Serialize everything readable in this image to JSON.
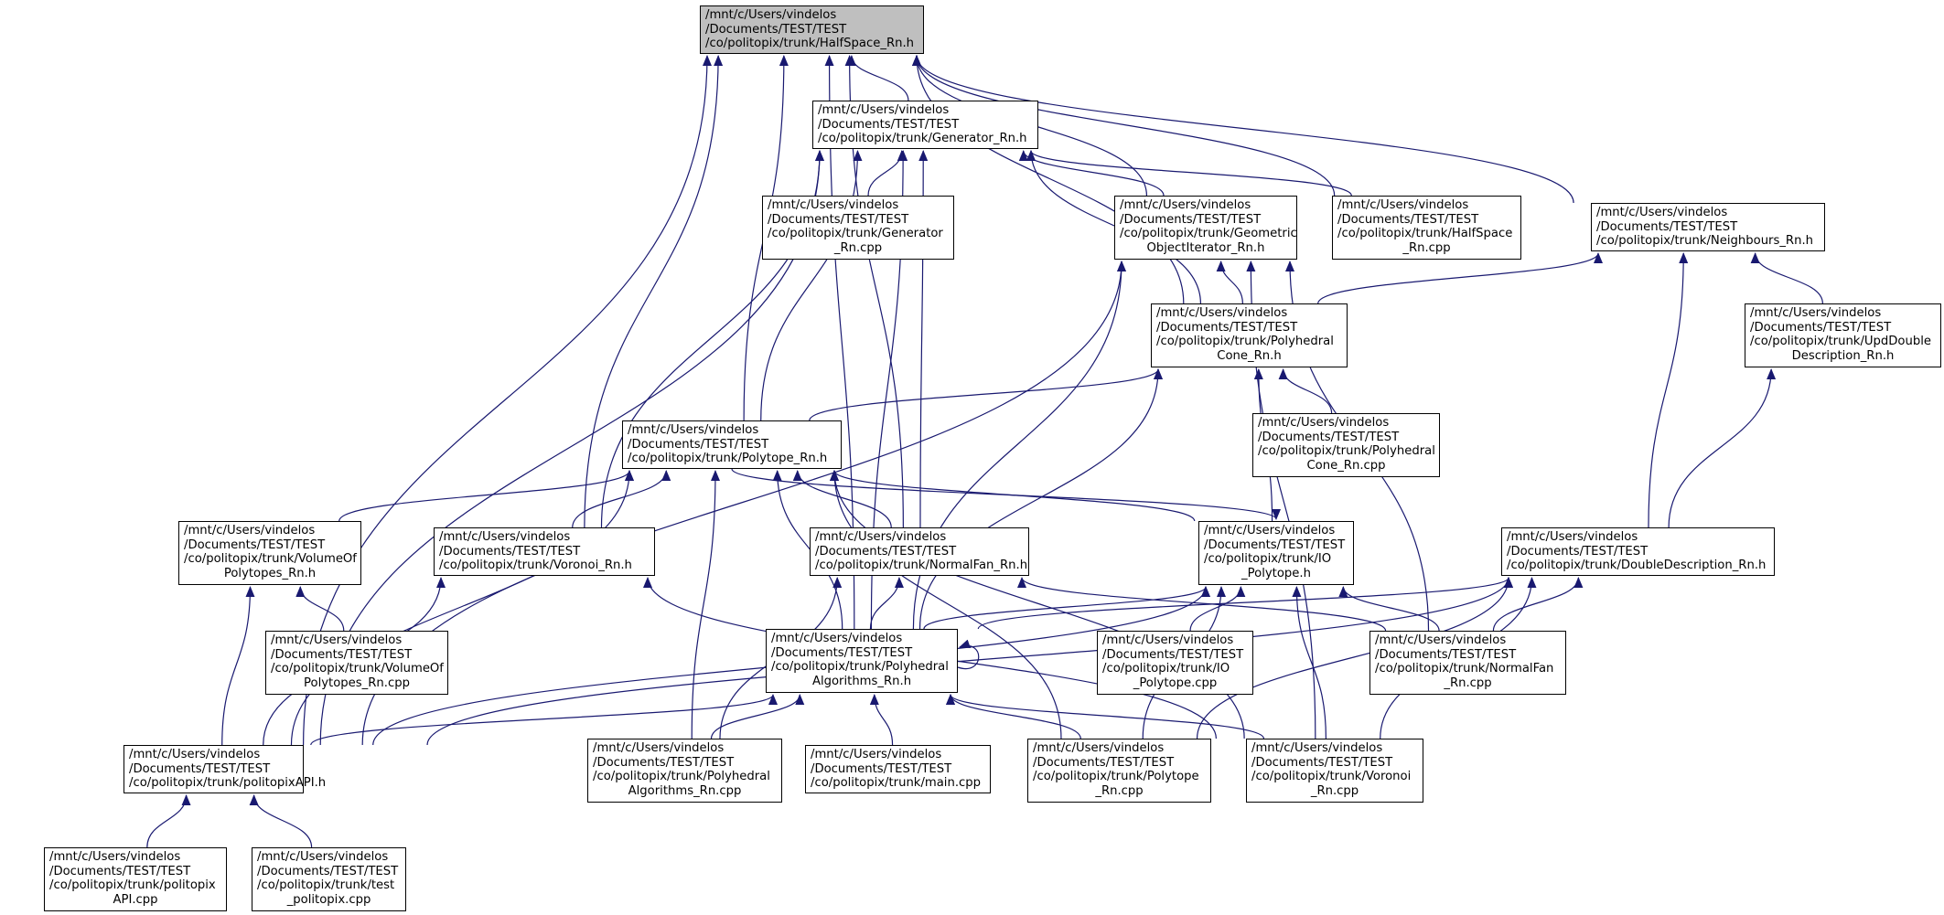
{
  "colors": {
    "edge": "#191970",
    "border": "#000000",
    "root_fill": "#bfbfbf",
    "node_fill": "#ffffff"
  },
  "nodes": [
    {
      "id": "HalfSpace_h",
      "lines": [
        "/mnt/c/Users/vindelos",
        "/Documents/TEST/TEST",
        "/co/politopix/trunk/HalfSpace_Rn.h"
      ],
      "root": true
    },
    {
      "id": "Generator_h",
      "lines": [
        "/mnt/c/Users/vindelos",
        "/Documents/TEST/TEST",
        "/co/politopix/trunk/Generator_Rn.h"
      ]
    },
    {
      "id": "Generator_cpp",
      "lines": [
        "/mnt/c/Users/vindelos",
        "/Documents/TEST/TEST",
        "/co/politopix/trunk/Generator",
        "_Rn.cpp"
      ]
    },
    {
      "id": "GeometricObjectIterator_h",
      "lines": [
        "/mnt/c/Users/vindelos",
        "/Documents/TEST/TEST",
        "/co/politopix/trunk/Geometric",
        "ObjectIterator_Rn.h"
      ]
    },
    {
      "id": "HalfSpace_cpp",
      "lines": [
        "/mnt/c/Users/vindelos",
        "/Documents/TEST/TEST",
        "/co/politopix/trunk/HalfSpace",
        "_Rn.cpp"
      ]
    },
    {
      "id": "Neighbours_h",
      "lines": [
        "/mnt/c/Users/vindelos",
        "/Documents/TEST/TEST",
        "/co/politopix/trunk/Neighbours_Rn.h"
      ]
    },
    {
      "id": "PolyhedralCone_h",
      "lines": [
        "/mnt/c/Users/vindelos",
        "/Documents/TEST/TEST",
        "/co/politopix/trunk/Polyhedral",
        "Cone_Rn.h"
      ]
    },
    {
      "id": "UpdDoubleDescription_h",
      "lines": [
        "/mnt/c/Users/vindelos",
        "/Documents/TEST/TEST",
        "/co/politopix/trunk/UpdDouble",
        "Description_Rn.h"
      ]
    },
    {
      "id": "PolyhedralCone_cpp",
      "lines": [
        "/mnt/c/Users/vindelos",
        "/Documents/TEST/TEST",
        "/co/politopix/trunk/Polyhedral",
        "Cone_Rn.cpp"
      ]
    },
    {
      "id": "Polytope_h",
      "lines": [
        "/mnt/c/Users/vindelos",
        "/Documents/TEST/TEST",
        "/co/politopix/trunk/Polytope_Rn.h"
      ]
    },
    {
      "id": "VolumeOfPolytopes_h",
      "lines": [
        "/mnt/c/Users/vindelos",
        "/Documents/TEST/TEST",
        "/co/politopix/trunk/VolumeOf",
        "Polytopes_Rn.h"
      ]
    },
    {
      "id": "Voronoi_h",
      "lines": [
        "/mnt/c/Users/vindelos",
        "/Documents/TEST/TEST",
        "/co/politopix/trunk/Voronoi_Rn.h"
      ]
    },
    {
      "id": "NormalFan_h",
      "lines": [
        "/mnt/c/Users/vindelos",
        "/Documents/TEST/TEST",
        "/co/politopix/trunk/NormalFan_Rn.h"
      ]
    },
    {
      "id": "IO_Polytope_h",
      "lines": [
        "/mnt/c/Users/vindelos",
        "/Documents/TEST/TEST",
        "/co/politopix/trunk/IO",
        "_Polytope.h"
      ]
    },
    {
      "id": "DoubleDescription_h",
      "lines": [
        "/mnt/c/Users/vindelos",
        "/Documents/TEST/TEST",
        "/co/politopix/trunk/DoubleDescription_Rn.h"
      ]
    },
    {
      "id": "VolumeOfPolytopes_cpp",
      "lines": [
        "/mnt/c/Users/vindelos",
        "/Documents/TEST/TEST",
        "/co/politopix/trunk/VolumeOf",
        "Polytopes_Rn.cpp"
      ]
    },
    {
      "id": "PolyhedralAlgorithms_h",
      "lines": [
        "/mnt/c/Users/vindelos",
        "/Documents/TEST/TEST",
        "/co/politopix/trunk/Polyhedral",
        "Algorithms_Rn.h"
      ]
    },
    {
      "id": "IO_Polytope_cpp",
      "lines": [
        "/mnt/c/Users/vindelos",
        "/Documents/TEST/TEST",
        "/co/politopix/trunk/IO",
        "_Polytope.cpp"
      ]
    },
    {
      "id": "NormalFan_cpp",
      "lines": [
        "/mnt/c/Users/vindelos",
        "/Documents/TEST/TEST",
        "/co/politopix/trunk/NormalFan",
        "_Rn.cpp"
      ]
    },
    {
      "id": "politopixAPI_h",
      "lines": [
        "/mnt/c/Users/vindelos",
        "/Documents/TEST/TEST",
        "/co/politopix/trunk/politopixAPI.h"
      ]
    },
    {
      "id": "PolyhedralAlgorithms_cpp",
      "lines": [
        "/mnt/c/Users/vindelos",
        "/Documents/TEST/TEST",
        "/co/politopix/trunk/Polyhedral",
        "Algorithms_Rn.cpp"
      ]
    },
    {
      "id": "main_cpp",
      "lines": [
        "/mnt/c/Users/vindelos",
        "/Documents/TEST/TEST",
        "/co/politopix/trunk/main.cpp"
      ]
    },
    {
      "id": "Polytope_cpp",
      "lines": [
        "/mnt/c/Users/vindelos",
        "/Documents/TEST/TEST",
        "/co/politopix/trunk/Polytope",
        "_Rn.cpp"
      ]
    },
    {
      "id": "Voronoi_cpp",
      "lines": [
        "/mnt/c/Users/vindelos",
        "/Documents/TEST/TEST",
        "/co/politopix/trunk/Voronoi",
        "_Rn.cpp"
      ]
    },
    {
      "id": "politopixAPI_cpp",
      "lines": [
        "/mnt/c/Users/vindelos",
        "/Documents/TEST/TEST",
        "/co/politopix/trunk/politopix",
        "API.cpp"
      ]
    },
    {
      "id": "test_politopix_cpp",
      "lines": [
        "/mnt/c/Users/vindelos",
        "/Documents/TEST/TEST",
        "/co/politopix/trunk/test",
        "_politopix.cpp"
      ]
    }
  ],
  "edges": [
    [
      "Generator_h",
      "HalfSpace_h"
    ],
    [
      "GeometricObjectIterator_h",
      "HalfSpace_h"
    ],
    [
      "HalfSpace_cpp",
      "HalfSpace_h"
    ],
    [
      "Neighbours_h",
      "HalfSpace_h"
    ],
    [
      "PolyhedralCone_h",
      "HalfSpace_h"
    ],
    [
      "Polytope_h",
      "HalfSpace_h"
    ],
    [
      "Voronoi_h",
      "HalfSpace_h"
    ],
    [
      "NormalFan_h",
      "HalfSpace_h"
    ],
    [
      "PolyhedralAlgorithms_h",
      "HalfSpace_h"
    ],
    [
      "politopixAPI_h",
      "HalfSpace_h"
    ],
    [
      "Generator_cpp",
      "Generator_h"
    ],
    [
      "GeometricObjectIterator_h",
      "Generator_h"
    ],
    [
      "HalfSpace_cpp",
      "Generator_h"
    ],
    [
      "PolyhedralCone_h",
      "Generator_h"
    ],
    [
      "Polytope_h",
      "Generator_h"
    ],
    [
      "Voronoi_h",
      "Generator_h"
    ],
    [
      "NormalFan_h",
      "Generator_h"
    ],
    [
      "PolyhedralAlgorithms_h",
      "Generator_h"
    ],
    [
      "politopixAPI_h",
      "Generator_h"
    ],
    [
      "PolyhedralCone_h",
      "GeometricObjectIterator_h"
    ],
    [
      "PolyhedralAlgorithms_h",
      "GeometricObjectIterator_h"
    ],
    [
      "NormalFan_cpp",
      "GeometricObjectIterator_h"
    ],
    [
      "Voronoi_cpp",
      "GeometricObjectIterator_h"
    ],
    [
      "politopixAPI_h",
      "GeometricObjectIterator_h"
    ],
    [
      "PolyhedralCone_h",
      "Neighbours_h"
    ],
    [
      "UpdDoubleDescription_h",
      "Neighbours_h"
    ],
    [
      "DoubleDescription_h",
      "Neighbours_h"
    ],
    [
      "DoubleDescription_h",
      "UpdDoubleDescription_h"
    ],
    [
      "PolyhedralCone_cpp",
      "PolyhedralCone_h"
    ],
    [
      "Polytope_h",
      "PolyhedralCone_h"
    ],
    [
      "IO_Polytope_h",
      "PolyhedralCone_h"
    ],
    [
      "PolyhedralAlgorithms_h",
      "PolyhedralCone_h"
    ],
    [
      "VolumeOfPolytopes_h",
      "Polytope_h"
    ],
    [
      "Voronoi_h",
      "Polytope_h"
    ],
    [
      "NormalFan_h",
      "Polytope_h"
    ],
    [
      "IO_Polytope_h",
      "Polytope_h"
    ],
    [
      "PolyhedralAlgorithms_h",
      "Polytope_h"
    ],
    [
      "PolyhedralAlgorithms_cpp",
      "Polytope_h"
    ],
    [
      "Polytope_cpp",
      "Polytope_h"
    ],
    [
      "Voronoi_cpp",
      "Polytope_h"
    ],
    [
      "politopixAPI_h",
      "Polytope_h"
    ],
    [
      "Polytope_h",
      "IO_Polytope_h"
    ],
    [
      "VolumeOfPolytopes_cpp",
      "VolumeOfPolytopes_h"
    ],
    [
      "politopixAPI_h",
      "VolumeOfPolytopes_h"
    ],
    [
      "politopixAPI_h",
      "Voronoi_h"
    ],
    [
      "Voronoi_cpp",
      "Voronoi_h"
    ],
    [
      "PolyhedralAlgorithms_h",
      "NormalFan_h"
    ],
    [
      "PolyhedralAlgorithms_cpp",
      "NormalFan_h"
    ],
    [
      "NormalFan_cpp",
      "NormalFan_h"
    ],
    [
      "PolyhedralAlgorithms_h",
      "IO_Polytope_h"
    ],
    [
      "IO_Polytope_cpp",
      "IO_Polytope_h"
    ],
    [
      "NormalFan_cpp",
      "IO_Polytope_h"
    ],
    [
      "Polytope_cpp",
      "IO_Polytope_h"
    ],
    [
      "Voronoi_cpp",
      "IO_Polytope_h"
    ],
    [
      "politopixAPI_h",
      "IO_Polytope_h"
    ],
    [
      "PolyhedralAlgorithms_h",
      "DoubleDescription_h"
    ],
    [
      "NormalFan_cpp",
      "DoubleDescription_h"
    ],
    [
      "Polytope_cpp",
      "DoubleDescription_h"
    ],
    [
      "Voronoi_cpp",
      "DoubleDescription_h"
    ],
    [
      "politopixAPI_h",
      "DoubleDescription_h"
    ],
    [
      "PolyhedralAlgorithms_h",
      "PolyhedralAlgorithms_h"
    ],
    [
      "politopixAPI_h",
      "PolyhedralAlgorithms_h"
    ],
    [
      "PolyhedralAlgorithms_cpp",
      "PolyhedralAlgorithms_h"
    ],
    [
      "main_cpp",
      "PolyhedralAlgorithms_h"
    ],
    [
      "Polytope_cpp",
      "PolyhedralAlgorithms_h"
    ],
    [
      "Voronoi_cpp",
      "PolyhedralAlgorithms_h"
    ],
    [
      "politopixAPI_cpp",
      "politopixAPI_h"
    ],
    [
      "test_politopix_cpp",
      "politopixAPI_h"
    ]
  ]
}
